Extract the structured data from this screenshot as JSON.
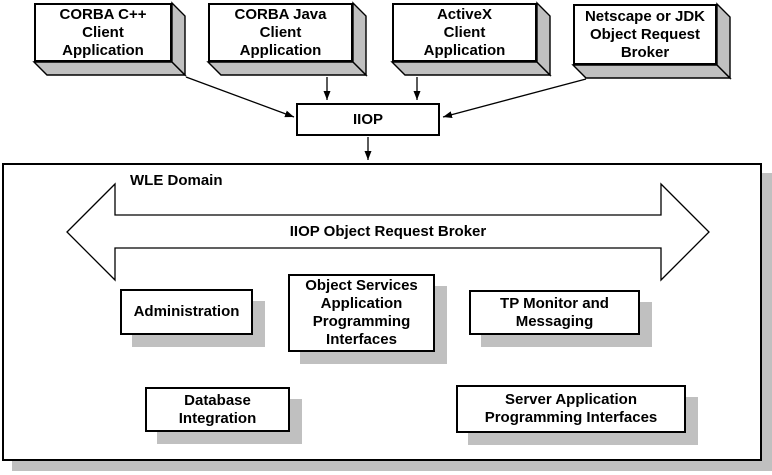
{
  "colors": {
    "background": "#ffffff",
    "box_fill": "#ffffff",
    "line": "#000000",
    "shadow_gray": "#c0c0c0"
  },
  "top_boxes": [
    {
      "label": "CORBA C++\nClient\nApplication"
    },
    {
      "label": "CORBA Java\nClient\nApplication"
    },
    {
      "label": "ActiveX\nClient\nApplication"
    },
    {
      "label": "Netscape or JDK\nObject Request\nBroker"
    }
  ],
  "iiop_box": {
    "label": "IIOP"
  },
  "wle_domain": {
    "title": "WLE Domain",
    "orb_arrow": {
      "label": "IIOP Object Request Broker"
    },
    "components": [
      {
        "label": "Administration"
      },
      {
        "label": "Object Services\nApplication\nProgramming\nInterfaces"
      },
      {
        "label": "TP Monitor and\nMessaging"
      },
      {
        "label": "Database\nIntegration"
      },
      {
        "label": "Server Application\nProgramming Interfaces"
      }
    ]
  }
}
